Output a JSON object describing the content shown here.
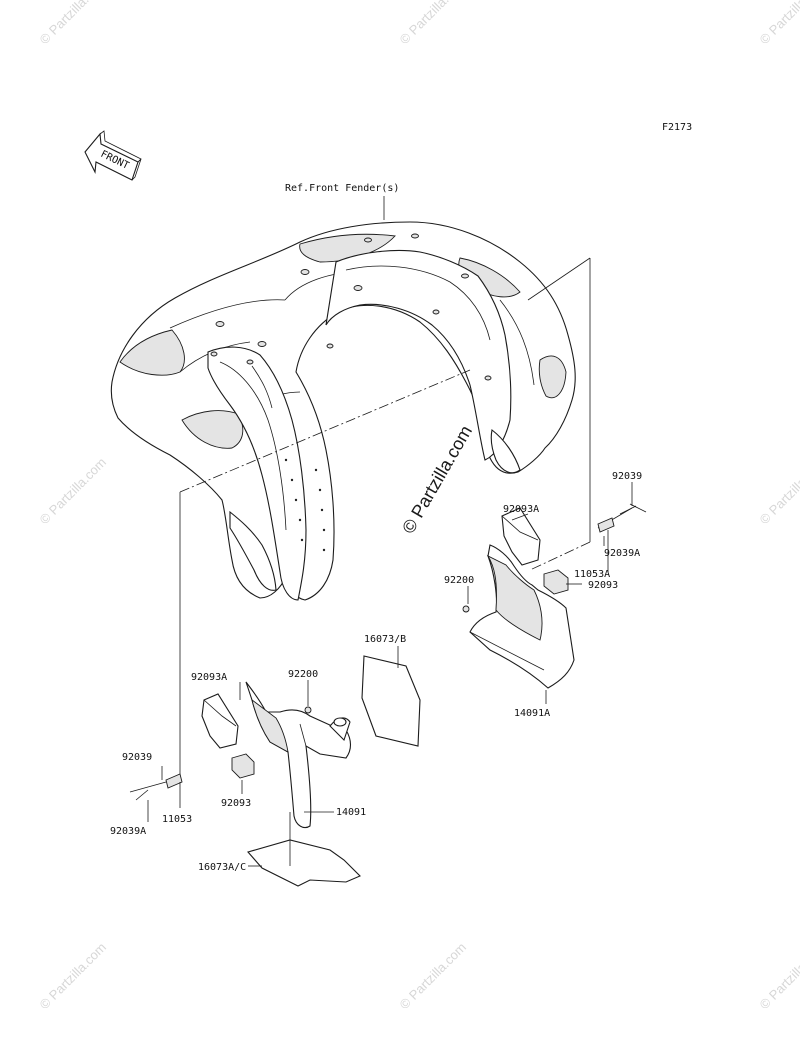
{
  "diagram": {
    "figure_code": "F2173",
    "direction_label": "FRONT",
    "watermark_center": "© Partzilla.com",
    "watermark_corner": "© Partzilla.com",
    "ref_label": "Ref.Front Fender(s)"
  },
  "parts": {
    "right_assembly": [
      {
        "id": "r_92039",
        "text": "92039"
      },
      {
        "id": "r_92093A",
        "text": "92093A"
      },
      {
        "id": "r_92039A",
        "text": "92039A"
      },
      {
        "id": "r_11053A",
        "text": "11053A"
      },
      {
        "id": "r_92200",
        "text": "92200"
      },
      {
        "id": "r_92093",
        "text": "92093"
      },
      {
        "id": "r_14091A",
        "text": "14091A"
      }
    ],
    "left_assembly": [
      {
        "id": "l_16073B",
        "text": "16073/B"
      },
      {
        "id": "l_92093A",
        "text": "92093A"
      },
      {
        "id": "l_92200",
        "text": "92200"
      },
      {
        "id": "l_92039",
        "text": "92039"
      },
      {
        "id": "l_92093",
        "text": "92093"
      },
      {
        "id": "l_11053",
        "text": "11053"
      },
      {
        "id": "l_14091",
        "text": "14091"
      },
      {
        "id": "l_92039A",
        "text": "92039A"
      },
      {
        "id": "l_16073AC",
        "text": "16073A/C"
      }
    ]
  }
}
